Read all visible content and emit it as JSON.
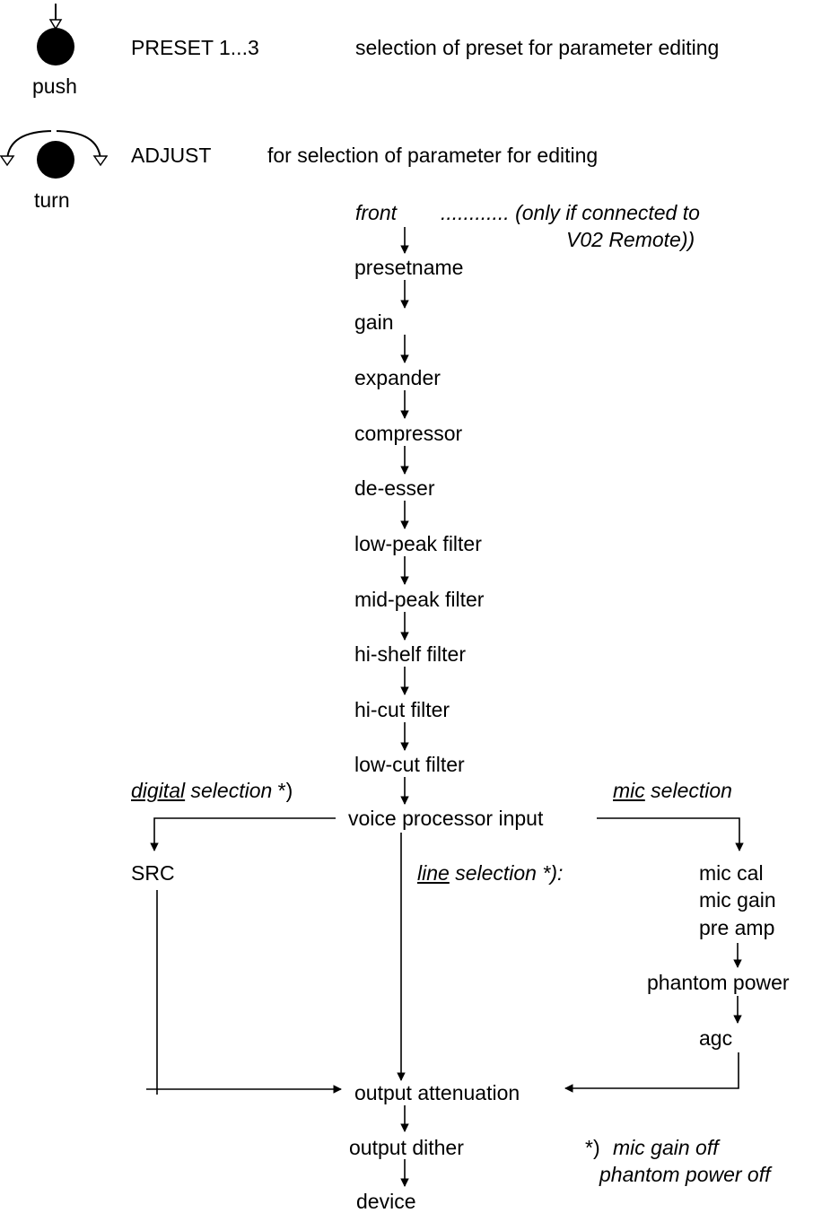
{
  "controls": {
    "push": {
      "icon": "push-knob-icon",
      "label": "push",
      "name": "PRESET 1...3",
      "description": "selection of preset for parameter editing"
    },
    "turn": {
      "icon": "rotary-knob-icon",
      "label": "turn",
      "name": "ADJUST",
      "description": "for selection of parameter for editing"
    }
  },
  "flow": {
    "front": "front",
    "front_note_1": "............ (only if  connected to",
    "front_note_2": "V02 Remote))",
    "steps": [
      "presetname",
      "gain",
      "expander",
      "compressor",
      "de-esser",
      "low-peak filter",
      "mid-peak filter",
      "hi-shelf filter",
      "hi-cut filter",
      "low-cut filter"
    ],
    "branch_node": "voice processor input",
    "digital_branch": {
      "label_underlined": "digital",
      "label_rest": " selection",
      "label_note": "  *)",
      "target": "SRC"
    },
    "line_branch": {
      "label_underlined": "line",
      "label_rest": " selection *):"
    },
    "mic_branch": {
      "label_underlined": "mic",
      "label_rest": " selection",
      "items": [
        "mic cal",
        "mic gain",
        "pre amp"
      ],
      "next": "phantom power",
      "last": "agc"
    },
    "output_steps": [
      "output attenuation",
      "output dither",
      "device"
    ]
  },
  "footnote": {
    "marker": "*)",
    "line1": "mic gain off",
    "line2": "phantom power off"
  }
}
